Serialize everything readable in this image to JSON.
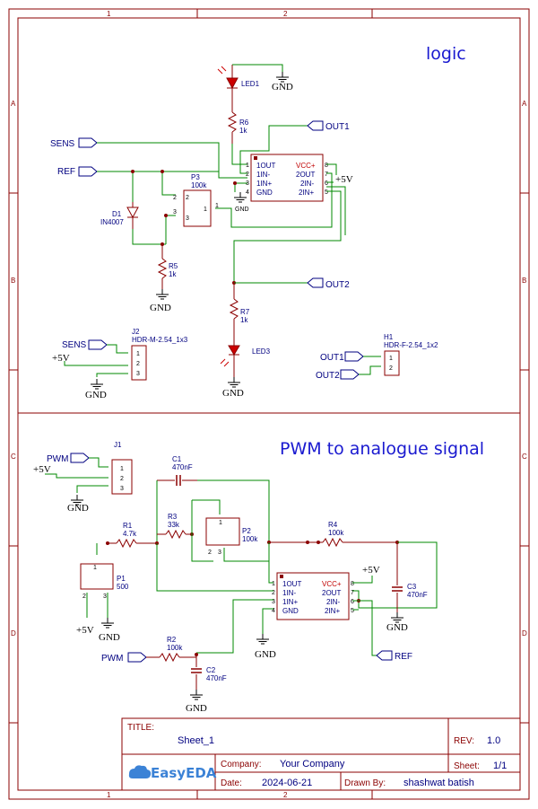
{
  "sections": {
    "logic": "logic",
    "pwm": "PWM to analogue signal"
  },
  "grid": {
    "cols": [
      "1",
      "2"
    ],
    "rows": [
      "A",
      "B",
      "C",
      "D"
    ]
  },
  "title_block": {
    "title_label": "TITLE:",
    "title_value": "Sheet_1",
    "rev_label": "REV:",
    "rev_value": "1.0",
    "company_label": "Company:",
    "company_value": "Your Company",
    "sheet_label": "Sheet:",
    "sheet_value": "1/1",
    "date_label": "Date:",
    "date_value": "2024-06-21",
    "drawn_label": "Drawn By:",
    "drawn_value": "shashwat batish",
    "logo_text": "EasyEDA"
  },
  "nets": {
    "sens": "SENS",
    "ref": "REF",
    "out1": "OUT1",
    "out2": "OUT2",
    "pwm": "PWM",
    "gnd": "GND",
    "vcc": "+5V"
  },
  "logic": {
    "led1": "LED1",
    "r6": {
      "name": "R6",
      "value": "1k"
    },
    "u1": {
      "pins_left": [
        "1OUT",
        "1IN-",
        "1IN+",
        "GND"
      ],
      "pins_right": [
        "VCC+",
        "2OUT",
        "2IN-",
        "2IN+"
      ],
      "nums_left": [
        "1",
        "2",
        "3",
        "4"
      ],
      "nums_right": [
        "8",
        "7",
        "6",
        "5"
      ]
    },
    "p3": {
      "name": "P3",
      "value": "100k",
      "pins": [
        "2",
        "1",
        "3"
      ]
    },
    "d1": {
      "name": "D1",
      "value": "IN4007"
    },
    "r5": {
      "name": "R5",
      "value": "1k"
    },
    "r7": {
      "name": "R7",
      "value": "1k"
    },
    "led3": "LED3",
    "j2": {
      "name": "J2",
      "value": "HDR-M-2.54_1x3",
      "pins": [
        "1",
        "2",
        "3"
      ]
    },
    "h1": {
      "name": "H1",
      "value": "HDR-F-2.54_1x2",
      "pins": [
        "1",
        "2"
      ]
    }
  },
  "pwm": {
    "j1": {
      "name": "J1",
      "pins": [
        "1",
        "2",
        "3"
      ]
    },
    "c1": {
      "name": "C1",
      "value": "470nF"
    },
    "r1": {
      "name": "R1",
      "value": "4.7k"
    },
    "r3": {
      "name": "R3",
      "value": "33k"
    },
    "p2": {
      "name": "P2",
      "value": "100k",
      "pins": [
        "1",
        "2",
        "3"
      ]
    },
    "r4": {
      "name": "R4",
      "value": "100k"
    },
    "p1": {
      "name": "P1",
      "value": "500",
      "pins": [
        "1",
        "2",
        "3"
      ]
    },
    "u2": {
      "pins_left": [
        "1OUT",
        "1IN-",
        "1IN+",
        "GND"
      ],
      "pins_right": [
        "VCC+",
        "2OUT",
        "2IN-",
        "2IN+"
      ],
      "nums_left": [
        "1",
        "2",
        "3",
        "4"
      ],
      "nums_right": [
        "8",
        "7",
        "6",
        "5"
      ]
    },
    "c3": {
      "name": "C3",
      "value": "470nF"
    },
    "r2": {
      "name": "R2",
      "value": "100k"
    },
    "c2": {
      "name": "C2",
      "value": "470nF"
    }
  }
}
